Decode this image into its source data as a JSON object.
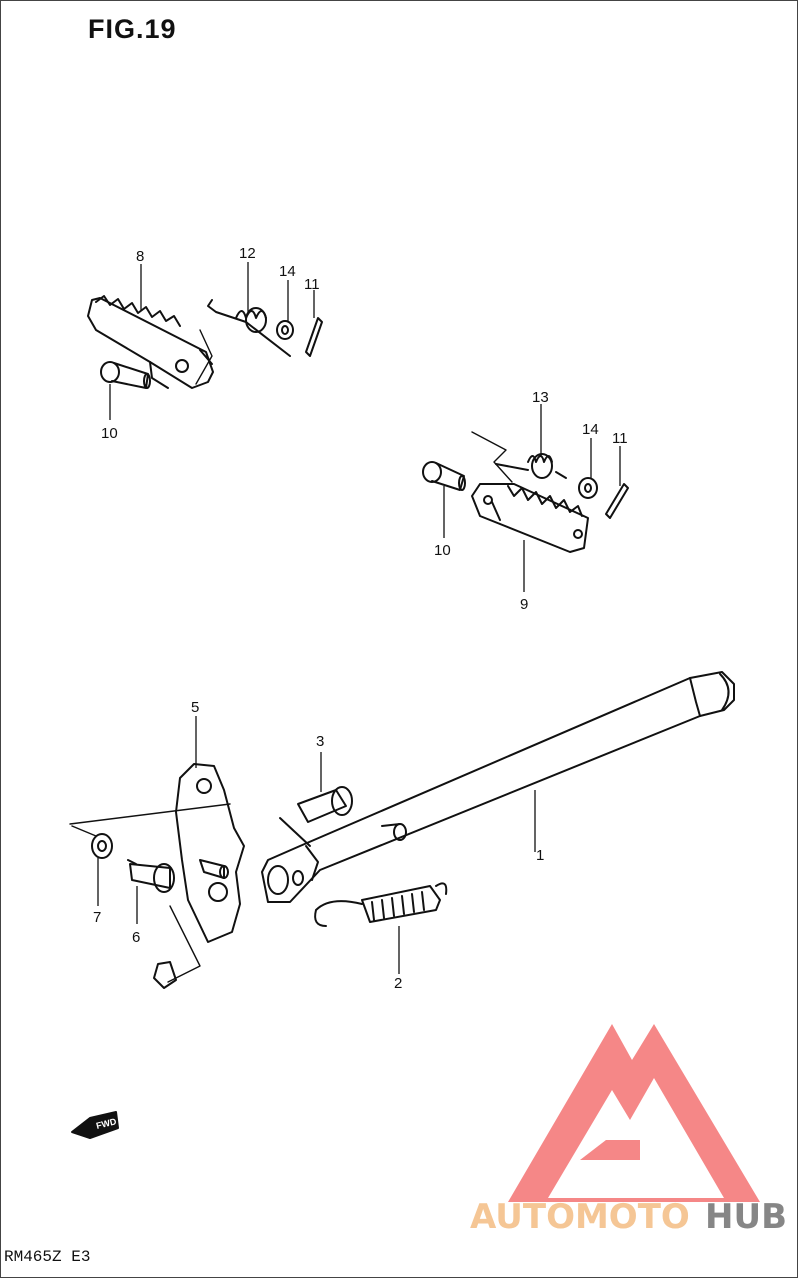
{
  "figure_title": "FIG.19",
  "model_code": "RM465Z E3",
  "fwd_label": "FWD",
  "watermark": {
    "brand_part1": "AUTOMOTO",
    "brand_part2": "HUB",
    "colors": {
      "triangle": "#f47b7b",
      "part1": "#f4c08a",
      "part2": "#7a7a7a"
    }
  },
  "callouts": {
    "c1": "1",
    "c2": "2",
    "c3": "3",
    "c5": "5",
    "c6": "6",
    "c7": "7",
    "c8": "8",
    "c9": "9",
    "c10a": "10",
    "c10b": "10",
    "c11a": "11",
    "c11b": "11",
    "c12": "12",
    "c13": "13",
    "c14a": "14",
    "c14b": "14"
  },
  "parts": [
    {
      "id": "1",
      "name": "side-stand"
    },
    {
      "id": "2",
      "name": "spring"
    },
    {
      "id": "3",
      "name": "bolt"
    },
    {
      "id": "5",
      "name": "stand-bracket"
    },
    {
      "id": "6",
      "name": "bolt"
    },
    {
      "id": "7",
      "name": "washer"
    },
    {
      "id": "8",
      "name": "footrest-right"
    },
    {
      "id": "9",
      "name": "footrest-left"
    },
    {
      "id": "10",
      "name": "pin"
    },
    {
      "id": "11",
      "name": "cotter-pin"
    },
    {
      "id": "12",
      "name": "spring"
    },
    {
      "id": "13",
      "name": "spring"
    },
    {
      "id": "14",
      "name": "washer"
    }
  ]
}
